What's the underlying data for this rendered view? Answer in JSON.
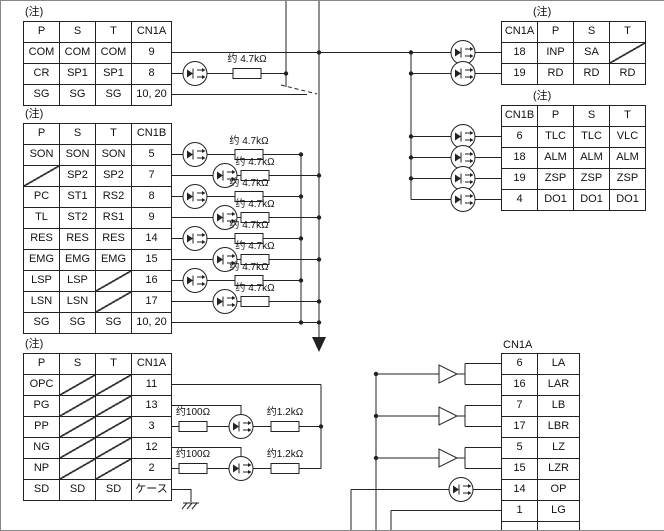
{
  "note": "(注)",
  "colors": {
    "ink": "#222222",
    "paper": "#ffffff"
  },
  "labels": {
    "r47k": "约 4.7kΩ",
    "r100": "约100Ω",
    "r12k": "约1.2kΩ"
  },
  "tables": {
    "left_top": {
      "headers": [
        "P",
        "S",
        "T",
        "CN1A"
      ],
      "rows": [
        [
          "COM",
          "COM",
          "COM",
          "9"
        ],
        [
          "CR",
          "SP1",
          "SP1",
          "8"
        ],
        [
          "SG",
          "SG",
          "SG",
          "10, 20"
        ]
      ]
    },
    "left_mid": {
      "headers": [
        "P",
        "S",
        "T",
        "CN1B"
      ],
      "rows": [
        [
          "SON",
          "SON",
          "SON",
          "5"
        ],
        [
          "\\",
          "SP2",
          "SP2",
          "7"
        ],
        [
          "PC",
          "ST1",
          "RS2",
          "8"
        ],
        [
          "TL",
          "ST2",
          "RS1",
          "9"
        ],
        [
          "RES",
          "RES",
          "RES",
          "14"
        ],
        [
          "EMG",
          "EMG",
          "EMG",
          "15"
        ],
        [
          "LSP",
          "LSP",
          "\\",
          "16"
        ],
        [
          "LSN",
          "LSN",
          "\\",
          "17"
        ],
        [
          "SG",
          "SG",
          "SG",
          "10, 20"
        ]
      ]
    },
    "left_bottom": {
      "headers": [
        "P",
        "S",
        "T",
        "CN1A"
      ],
      "rows": [
        [
          "OPC",
          "\\",
          "\\",
          "11"
        ],
        [
          "PG",
          "\\",
          "\\",
          "13"
        ],
        [
          "PP",
          "\\",
          "\\",
          "3"
        ],
        [
          "NG",
          "\\",
          "\\",
          "12"
        ],
        [
          "NP",
          "\\",
          "\\",
          "2"
        ],
        [
          "SD",
          "SD",
          "SD",
          "ケース"
        ]
      ]
    },
    "right_top": {
      "headers": [
        "CN1A",
        "P",
        "S",
        "T"
      ],
      "rows": [
        [
          "18",
          "INP",
          "SA",
          "\\"
        ],
        [
          "19",
          "RD",
          "RD",
          "RD"
        ]
      ]
    },
    "right_mid": {
      "headers": [
        "CN1B",
        "P",
        "S",
        "T"
      ],
      "rows": [
        [
          "6",
          "TLC",
          "TLC",
          "VLC"
        ],
        [
          "18",
          "ALM",
          "ALM",
          "ALM"
        ],
        [
          "19",
          "ZSP",
          "ZSP",
          "ZSP"
        ],
        [
          "4",
          "DO1",
          "DO1",
          "DO1"
        ]
      ]
    },
    "right_bottom": {
      "title": "CN1A",
      "rows": [
        [
          "6",
          "LA"
        ],
        [
          "16",
          "LAR"
        ],
        [
          "7",
          "LB"
        ],
        [
          "17",
          "LBR"
        ],
        [
          "5",
          "LZ"
        ],
        [
          "15",
          "LZR"
        ],
        [
          "14",
          "OP"
        ],
        [
          "1",
          "LG"
        ]
      ]
    }
  }
}
